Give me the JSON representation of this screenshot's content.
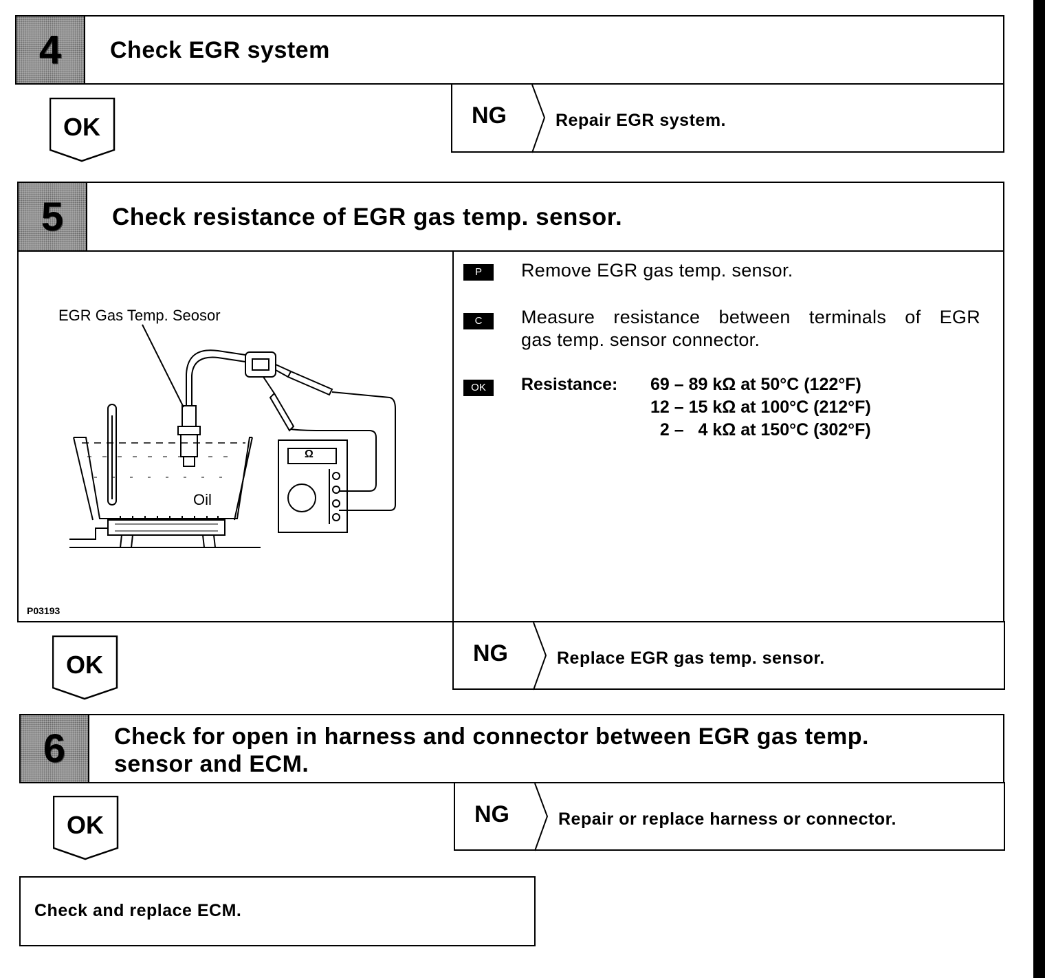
{
  "steps": [
    {
      "number": "4",
      "title": "Check EGR system",
      "ok_label": "OK",
      "ng_label": "NG",
      "ng_action": "Repair EGR system."
    },
    {
      "number": "5",
      "title": "Check resistance of EGR gas temp. sensor.",
      "figure": {
        "sensor_label": "EGR Gas Temp. Seosor",
        "oil_label": "Oil",
        "meter_symbol": "Ω",
        "figure_code": "P03193"
      },
      "instructions": [
        {
          "tag": "P",
          "text": "Remove EGR gas temp. sensor."
        },
        {
          "tag": "C",
          "text_line1": "Measure resistance between terminals of EGR",
          "text_line2": "gas temp. sensor connector."
        }
      ],
      "ok_spec": {
        "tag": "OK",
        "label": "Resistance:",
        "rows": [
          "69 – 89 kΩ at 50°C (122°F)",
          "12 – 15 kΩ at 100°C (212°F)",
          "  2 –   4 kΩ at 150°C (302°F)"
        ]
      },
      "ok_label": "OK",
      "ng_label": "NG",
      "ng_action": "Replace EGR gas temp. sensor."
    },
    {
      "number": "6",
      "title_line1": "Check for open in harness and connector between EGR gas temp.",
      "title_line2": "sensor and ECM.",
      "ok_label": "OK",
      "ng_label": "NG",
      "ng_action": "Repair or replace harness or connector."
    }
  ],
  "final_action": "Check and replace ECM."
}
